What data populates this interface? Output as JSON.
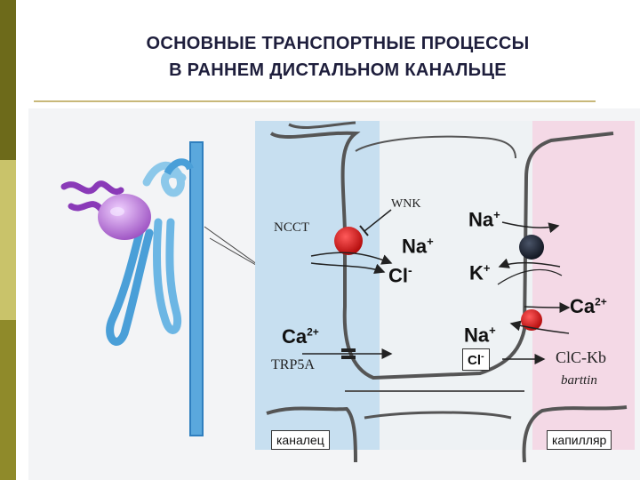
{
  "title": {
    "line1": "ОСНОВНЫЕ ТРАНСПОРТНЫЕ ПРОЦЕССЫ",
    "line2": "В РАННЕМ ДИСТАЛЬНОМ КАНАЛЬЦЕ"
  },
  "labels": {
    "ncct": "NCCT",
    "wnk": "WNK",
    "na_left": "Na",
    "na_left_sup": "+",
    "cl_left": "Cl",
    "cl_left_sup": "-",
    "na_right": "Na",
    "na_right_sup": "+",
    "k_right": "K",
    "k_right_sup": "+",
    "ca_right": "Ca",
    "ca_right_sup": "2+",
    "ca_left": "Ca",
    "ca_left_sup": "2+",
    "trp5a": "TRP5A",
    "na_bottom": "Na",
    "na_bottom_sup": "+",
    "cl_bottom": "Cl",
    "cl_bottom_sup": "-",
    "clc_kb": "ClC-Kb",
    "barttin": "barttin",
    "lumen": "каналец",
    "capillary": "капилляр"
  },
  "colors": {
    "sidebar_dark": "#6d6a1a",
    "sidebar_light": "#c9c36a",
    "title": "#1e1e3c",
    "rule": "#c8b87a",
    "lumen_bg": "#c7dff0",
    "capillary_bg": "#f4d9e6",
    "cell_fill": "#eef2f4",
    "membrane": "#555555",
    "transporter_red": "#d01818",
    "pump_dark": "#1e2433",
    "tubule_blue": "#4a9fd8",
    "glomerulus_purple": "#b06ac8"
  },
  "icons": [
    "ncct-transporter",
    "na-k-pump",
    "ca-exchanger",
    "trp5a-channel",
    "clc-kb-channel",
    "nephron-illustration"
  ]
}
